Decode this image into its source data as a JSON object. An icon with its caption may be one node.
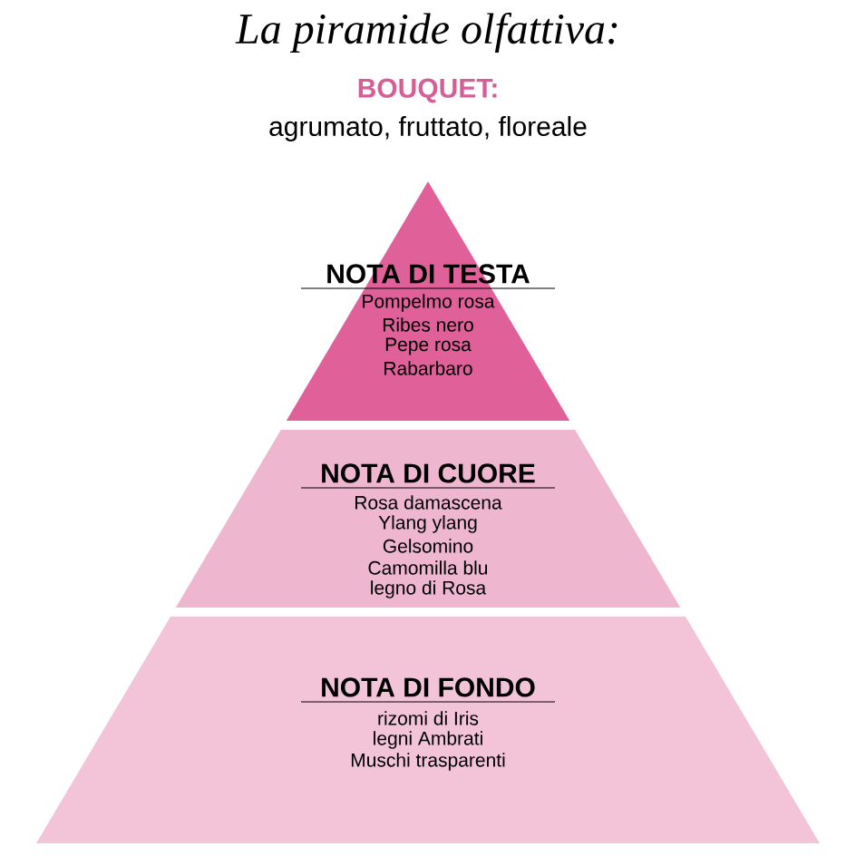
{
  "diagram": {
    "title": "La piramide olfattiva:",
    "nodes": [
      {
        "text": [
          "NOTA DI TESTA",
          "Pompelmo rosa",
          "Ribes nero",
          "Pepe rosa",
          "Rabarbaro"
        ]
      },
      {
        "text": [
          "NOTA DI CUORE",
          "Rosa damascena",
          "Ylang ylang",
          "Gelsomino",
          "Camomilla blu",
          "legno di Rosa"
        ]
      },
      {
        "text": [
          "NOTA DI FONDO",
          "rizomi di Iris",
          "legni Ambrati",
          "Muschi trasparenti"
        ]
      }
    ],
    "labels": [
      "BOUQUET:",
      "agrumato, fruttato, floreale"
    ]
  }
}
